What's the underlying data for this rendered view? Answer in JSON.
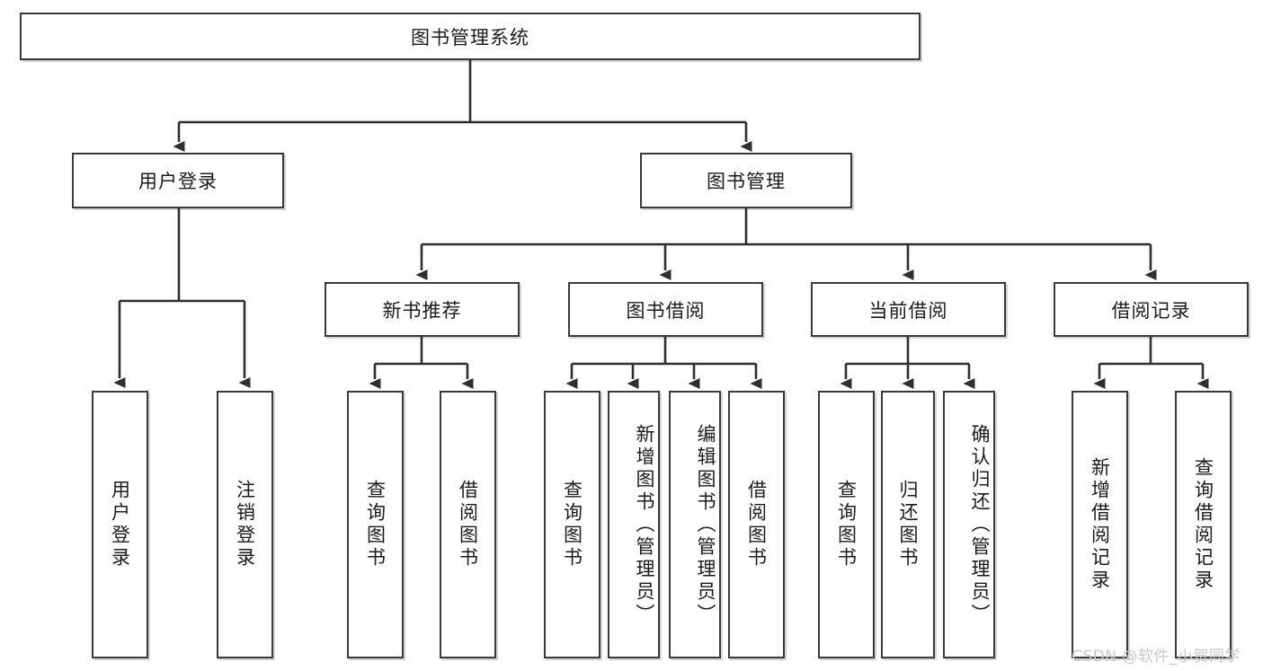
{
  "diagram": {
    "title_node": {
      "label": "图书管理系统"
    },
    "level2": [
      {
        "id": "user-login",
        "label": "用户登录"
      },
      {
        "id": "book-manage",
        "label": "图书管理"
      }
    ],
    "level3": [
      {
        "id": "new-book-rec",
        "label": "新书推荐"
      },
      {
        "id": "book-borrow",
        "label": "图书借阅"
      },
      {
        "id": "current-borrow",
        "label": "当前借阅"
      },
      {
        "id": "borrow-record",
        "label": "借阅记录"
      }
    ],
    "leaves": {
      "user_login": [
        {
          "id": "leaf-user-login",
          "label": "用户登录"
        },
        {
          "id": "leaf-logout-login",
          "label": "注销登录"
        }
      ],
      "new_book_rec": [
        {
          "id": "leaf-query-book-1",
          "label": "查询图书"
        },
        {
          "id": "leaf-borrow-book-1",
          "label": "借阅图书"
        }
      ],
      "book_borrow": [
        {
          "id": "leaf-query-book-2",
          "label": "查询图书"
        },
        {
          "id": "leaf-add-book",
          "label": "新增图书（管理员）"
        },
        {
          "id": "leaf-edit-book",
          "label": "编辑图书（管理员）"
        },
        {
          "id": "leaf-borrow-book-2",
          "label": "借阅图书"
        }
      ],
      "current_borrow": [
        {
          "id": "leaf-query-book-3",
          "label": "查询图书"
        },
        {
          "id": "leaf-return-book",
          "label": "归还图书"
        },
        {
          "id": "leaf-confirm-return",
          "label": "确认归还（管理员）"
        }
      ],
      "borrow_record": [
        {
          "id": "leaf-add-record",
          "label": "新增借阅记录"
        },
        {
          "id": "leaf-query-record",
          "label": "查询借阅记录"
        }
      ]
    }
  },
  "watermark": {
    "text": "CSDN @软件_小贺同学"
  },
  "colors": {
    "border": "#3a3a3a",
    "text": "#1b1b1b",
    "background": "#ffffff",
    "watermark": "#c9c9c9"
  }
}
